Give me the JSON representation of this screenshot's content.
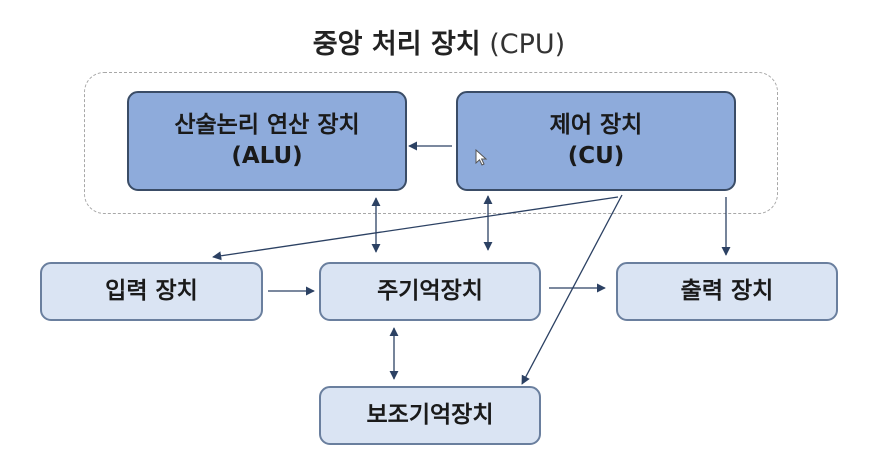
{
  "title": {
    "main": "중앙 처리 장치",
    "abbr": "(CPU)"
  },
  "nodes": {
    "alu": {
      "line1": "산술논리 연산 장치",
      "line2": "(ALU)"
    },
    "cu": {
      "line1": "제어 장치",
      "line2": "(CU)"
    },
    "input": {
      "label": "입력 장치"
    },
    "memory": {
      "label": "주기억장치"
    },
    "output": {
      "label": "출력 장치"
    },
    "storage": {
      "label": "보조기억장치"
    }
  },
  "colors": {
    "cpu_unit_fill": "#8eabdb",
    "device_fill": "#dae4f3",
    "border": "#3a4c66",
    "arrow": "#2c4163"
  },
  "icons": {
    "pointer": "mouse-cursor-icon"
  }
}
